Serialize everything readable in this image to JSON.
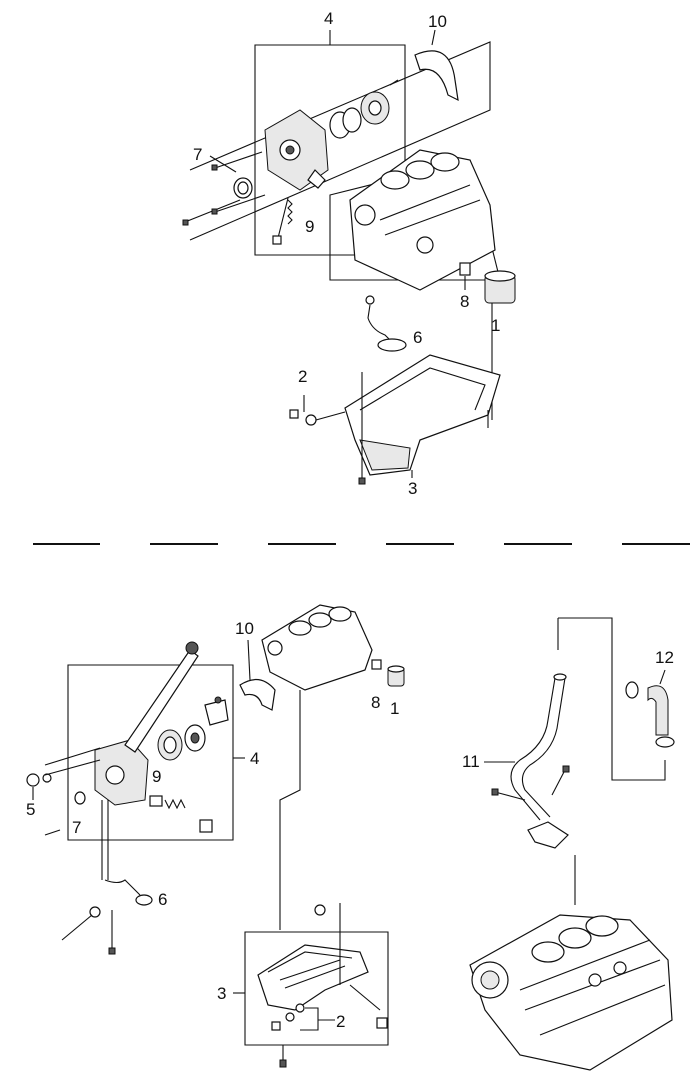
{
  "diagram": {
    "top_labels": {
      "oil_filter": "1",
      "drain_plug": "2",
      "oil_pan": "3",
      "oil_pump_assembly": "4",
      "seal": "7",
      "fitting": "8",
      "relief_spring": "9",
      "strainer": "6",
      "rear_plate": "10"
    },
    "bottom_labels": {
      "oil_filter": "1",
      "drain_plug": "2",
      "oil_pan": "3",
      "oil_pump_assembly": "4",
      "plug": "5",
      "strainer": "6",
      "seal": "7",
      "fitting": "8",
      "relief_spring": "9",
      "rear_plate": "10",
      "dipstick_tube": "11",
      "hose": "12"
    }
  }
}
